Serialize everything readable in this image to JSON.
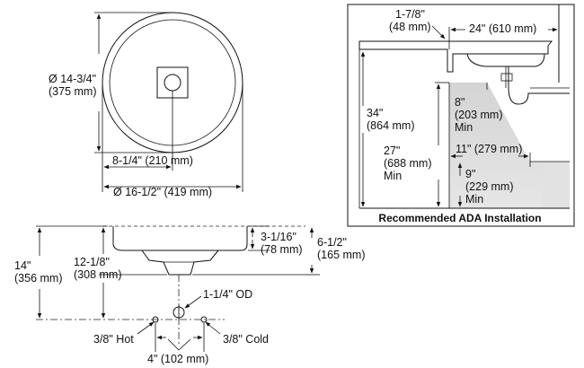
{
  "top_view": {
    "diameter_label": "Ø 14-3/4\"",
    "diameter_mm": "(375 mm)",
    "radius_label": "8-1/4\" (210 mm)",
    "outer_diameter_label": "Ø 16-1/2\" (419 mm)"
  },
  "side_view": {
    "overall_height": "14\"",
    "overall_height_mm": "(356 mm)",
    "drain_height": "12-1/8\"",
    "drain_height_mm": "(308 mm)",
    "above_counter": "3-1/16\"",
    "above_counter_mm": "(78 mm)",
    "bowl_height": "6-1/2\"",
    "bowl_height_mm": "(165 mm)",
    "drain_od": "1-1/4\" OD",
    "hot_label": "3/8\" Hot",
    "cold_label": "3/8\" Cold",
    "supply_spacing": "4\" (102 mm)"
  },
  "ada": {
    "setback": "1-7/8\"",
    "setback_mm": "(48 mm)",
    "depth": "24\" (610 mm)",
    "rim_height": "34\"",
    "rim_height_mm": "(864 mm)",
    "knee_depth": "8\"",
    "knee_depth_mm": "(203 mm)",
    "knee_depth_min": "Min",
    "knee_height": "27\"",
    "knee_height_mm": "(688 mm)",
    "knee_height_min": "Min",
    "toe_depth": "11\" (279 mm)",
    "toe_height": "9\"",
    "toe_height_mm": "(229 mm)",
    "toe_height_min": "Min",
    "caption": "Recommended ADA Installation"
  }
}
